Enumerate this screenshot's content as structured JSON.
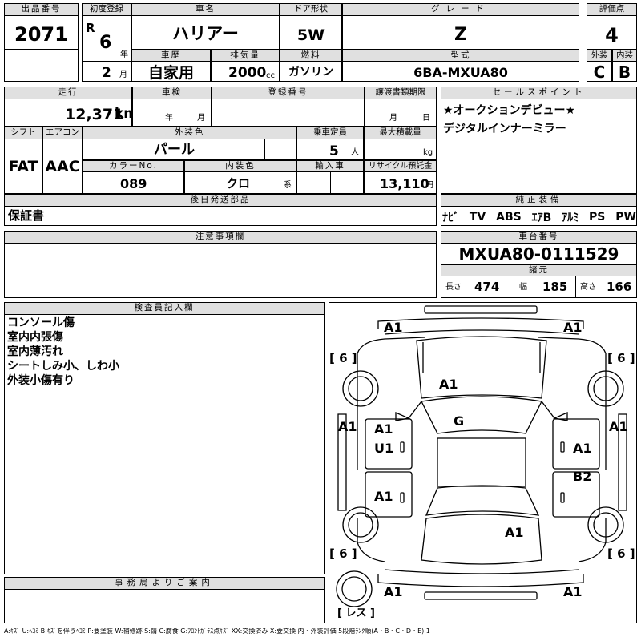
{
  "labels": {
    "lot_no": "出品番号",
    "first_reg": "初度登録",
    "car_name": "車名",
    "door": "ドア形状",
    "grade": "グレード",
    "score": "評価点",
    "year_unit": "年",
    "month_unit": "月",
    "history": "車歴",
    "displacement": "排気量",
    "fuel": "燃料",
    "model_code": "型式",
    "exterior": "外装",
    "interior": "内装",
    "mileage": "走行",
    "inspection": "車検",
    "registration": "登録番号",
    "transfer_docs": "譲渡書類期限",
    "sales_points": "セールスポイント",
    "shift": "シフト",
    "aircon": "エアコン",
    "ext_color": "外装色",
    "capacity": "乗車定員",
    "max_load": "最大積載量",
    "color_no": "カラーNo.",
    "int_color": "内装色",
    "import": "輸入車",
    "recycle": "リサイクル預託金",
    "later_parts": "後日発送部品",
    "genuine_equipment": "純正装備",
    "caution": "注意事項欄",
    "chassis_no": "車台番号",
    "specs": "諸元",
    "length": "長さ",
    "width": "幅",
    "height": "高さ",
    "inspector_notes": "検査員記入欄",
    "office_notice": "事務局よりご案内",
    "cc": "cc",
    "km": "km",
    "persons": "人",
    "kg": "kg",
    "yen": "円",
    "kei": "系"
  },
  "car": {
    "lot_no": "2071",
    "era": "R",
    "year": "6",
    "month": "2",
    "name": "ハリアー",
    "door": "5W",
    "grade": "Z",
    "score": "4",
    "history": "自家用",
    "displacement": "2000",
    "fuel": "ガソリン",
    "model_code": "6BA-MXUA80",
    "exterior_grade": "C",
    "interior_grade": "B",
    "mileage": "12,371",
    "inspection_year": "年",
    "inspection_month": "月",
    "transfer_month": "月",
    "transfer_day": "日",
    "shift": "FAT",
    "aircon": "AAC",
    "ext_color": "パール",
    "capacity": "5",
    "color_no": "089",
    "int_color": "クロ",
    "recycle": "13,110",
    "later_parts": "保証書",
    "chassis_no": "MXUA80-0111529",
    "length": "474",
    "width": "185",
    "height": "166"
  },
  "sales_points": [
    "★オークションデビュー★",
    "デジタルインナーミラー"
  ],
  "equipment": [
    "ﾅﾋﾞ",
    "TV",
    "ABS",
    "ｴｱB",
    "ｱﾙﾐ",
    "PS",
    "PW"
  ],
  "inspector_notes": [
    "コンソール傷",
    "室内内張傷",
    "室内薄汚れ",
    "シートしみ小、しわ小",
    "外装小傷有り"
  ],
  "diagram": {
    "front_left": "A1",
    "front_right": "A1",
    "tire_fl": "[ 6 ]",
    "tire_fr": "[ 6 ]",
    "tire_rl": "[ 6 ]",
    "tire_rr": "[ 6 ]",
    "hood": "A1",
    "windshield": "G",
    "left_side": "A1",
    "right_side": "A1",
    "left_front_door_a": "A1",
    "left_front_door_u": "U1",
    "left_rear_door": "A1",
    "right_front_door": "A1",
    "right_rear_door": "B2",
    "roof": "A1",
    "rear_left": "A1",
    "rear_right": "A1",
    "spare": "[ レス ]"
  },
  "legend": "A:ｷｽﾞ U:ﾍｺﾐ B:ｷｽﾞを伴うﾍｺﾐ P:要塗装 W:補修跡 S:錆 C:腐食 G:ﾌﾛﾝﾄｶﾞﾗｽ点ｷｽﾞ XX:交換済み X:要交換 内・外装評価 5段階ﾗﾝｸ順(A・B・C・D・E) 1"
}
